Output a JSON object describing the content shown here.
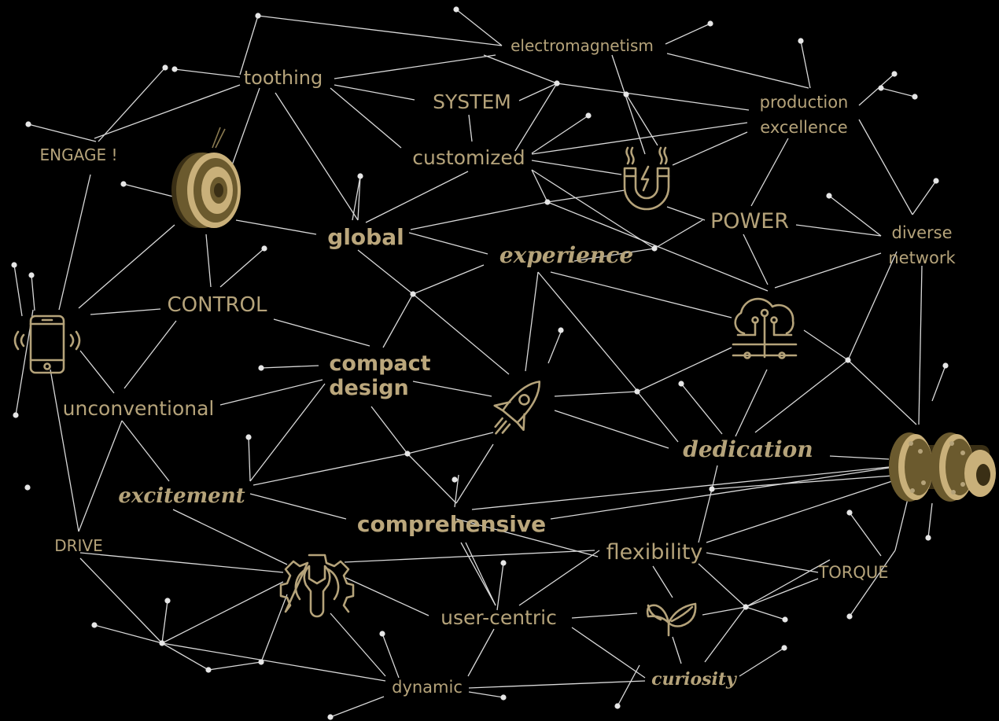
{
  "words": {
    "electromagnetism": "electromagnetism",
    "toothing": "toothing",
    "system": "SYSTEM",
    "production_1": "production",
    "production_2": "excellence",
    "engage": "ENGAGE !",
    "customized": "customized",
    "global": "global",
    "power": "POWER",
    "diverse_1": "diverse",
    "diverse_2": "network",
    "experience": "experience",
    "control": "CONTROL",
    "compact_1": "compact",
    "compact_2": "design",
    "unconventional": "unconventional",
    "dedication": "dedication",
    "excitement": "excitement",
    "comprehensive": "comprehensive",
    "drive": "DRIVE",
    "flexibility": "flexibility",
    "torque": "TORQUE",
    "user_centric": "user-centric",
    "curiosity": "curiosity",
    "dynamic": "dynamic"
  },
  "icons": [
    "smartphone-icon",
    "magnet-icon",
    "cloud-network-icon",
    "rocket-icon",
    "wrench-gear-icon",
    "leaves-icon",
    "clutch-product-image",
    "coupling-product-image"
  ],
  "colors": {
    "background": "#000000",
    "accent": "#b5a37a",
    "lines": "#d9d9d9"
  }
}
